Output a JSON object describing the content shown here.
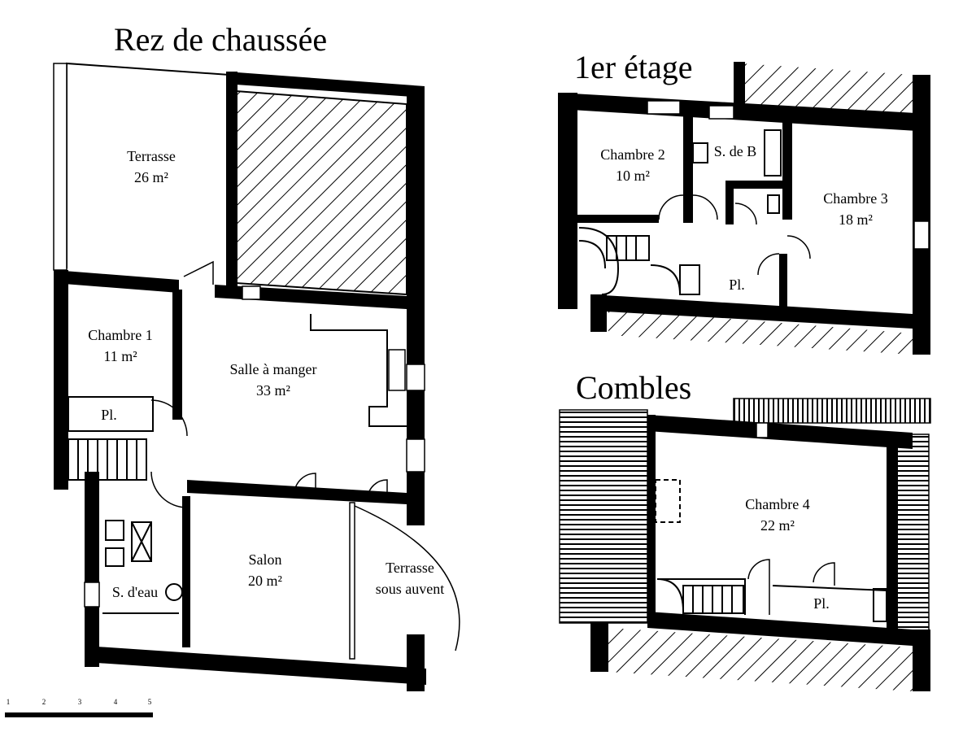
{
  "titles": {
    "ground": "Rez de chaussée",
    "first": "1er étage",
    "attic": "Combles"
  },
  "ground_rooms": {
    "terrasse": {
      "name": "Terrasse",
      "area": "26 m²"
    },
    "chambre1": {
      "name": "Chambre 1",
      "area": "11 m²"
    },
    "salle": {
      "name": "Salle à manger",
      "area": "33 m²"
    },
    "placard": {
      "name": "Pl."
    },
    "sdeau": {
      "name": "S. d'eau"
    },
    "salon": {
      "name": "Salon",
      "area": "20 m²"
    },
    "terrasse_couvert": {
      "line1": "Terrasse",
      "line2": "sous auvent"
    }
  },
  "first_rooms": {
    "chambre2": {
      "name": "Chambre 2",
      "area": "10 m²"
    },
    "sdb": {
      "name": "S. de B"
    },
    "chambre3": {
      "name": "Chambre 3",
      "area": "18 m²"
    },
    "placard": {
      "name": "Pl."
    }
  },
  "attic_rooms": {
    "chambre4": {
      "name": "Chambre 4",
      "area": "22 m²"
    },
    "placard": {
      "name": "Pl."
    }
  },
  "scale": {
    "ticks": [
      "1",
      "2",
      "3",
      "4",
      "5"
    ]
  }
}
